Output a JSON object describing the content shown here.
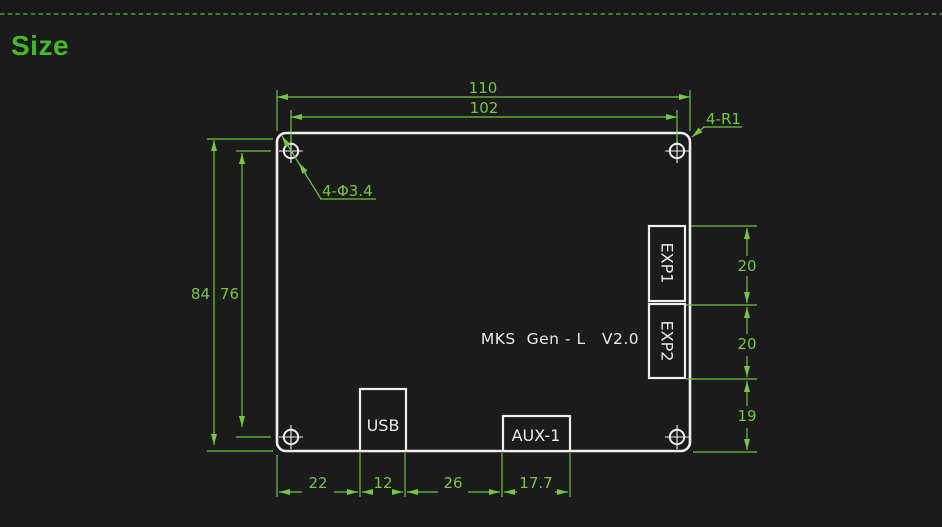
{
  "title": "Size",
  "drawing": {
    "board_label": "MKS  Gen - L   V2.0",
    "connectors": {
      "exp1": "EXP1",
      "exp2": "EXP2",
      "usb": "USB",
      "aux1": "AUX-1"
    },
    "annotations": {
      "hole_note": "4-Φ3.4",
      "corner_note": "4-R1"
    },
    "dimensions": {
      "top_outer": "110",
      "top_inner": "102",
      "left_outer": "84",
      "left_inner": "76",
      "right": [
        "20",
        "20",
        "19"
      ],
      "bottom": [
        "22",
        "12",
        "26",
        "17.7"
      ]
    }
  },
  "colors": {
    "background": "#1b1b1b",
    "dimension_green": "#72c33e",
    "title_green": "#45ba28",
    "outline_white": "#efefef"
  }
}
